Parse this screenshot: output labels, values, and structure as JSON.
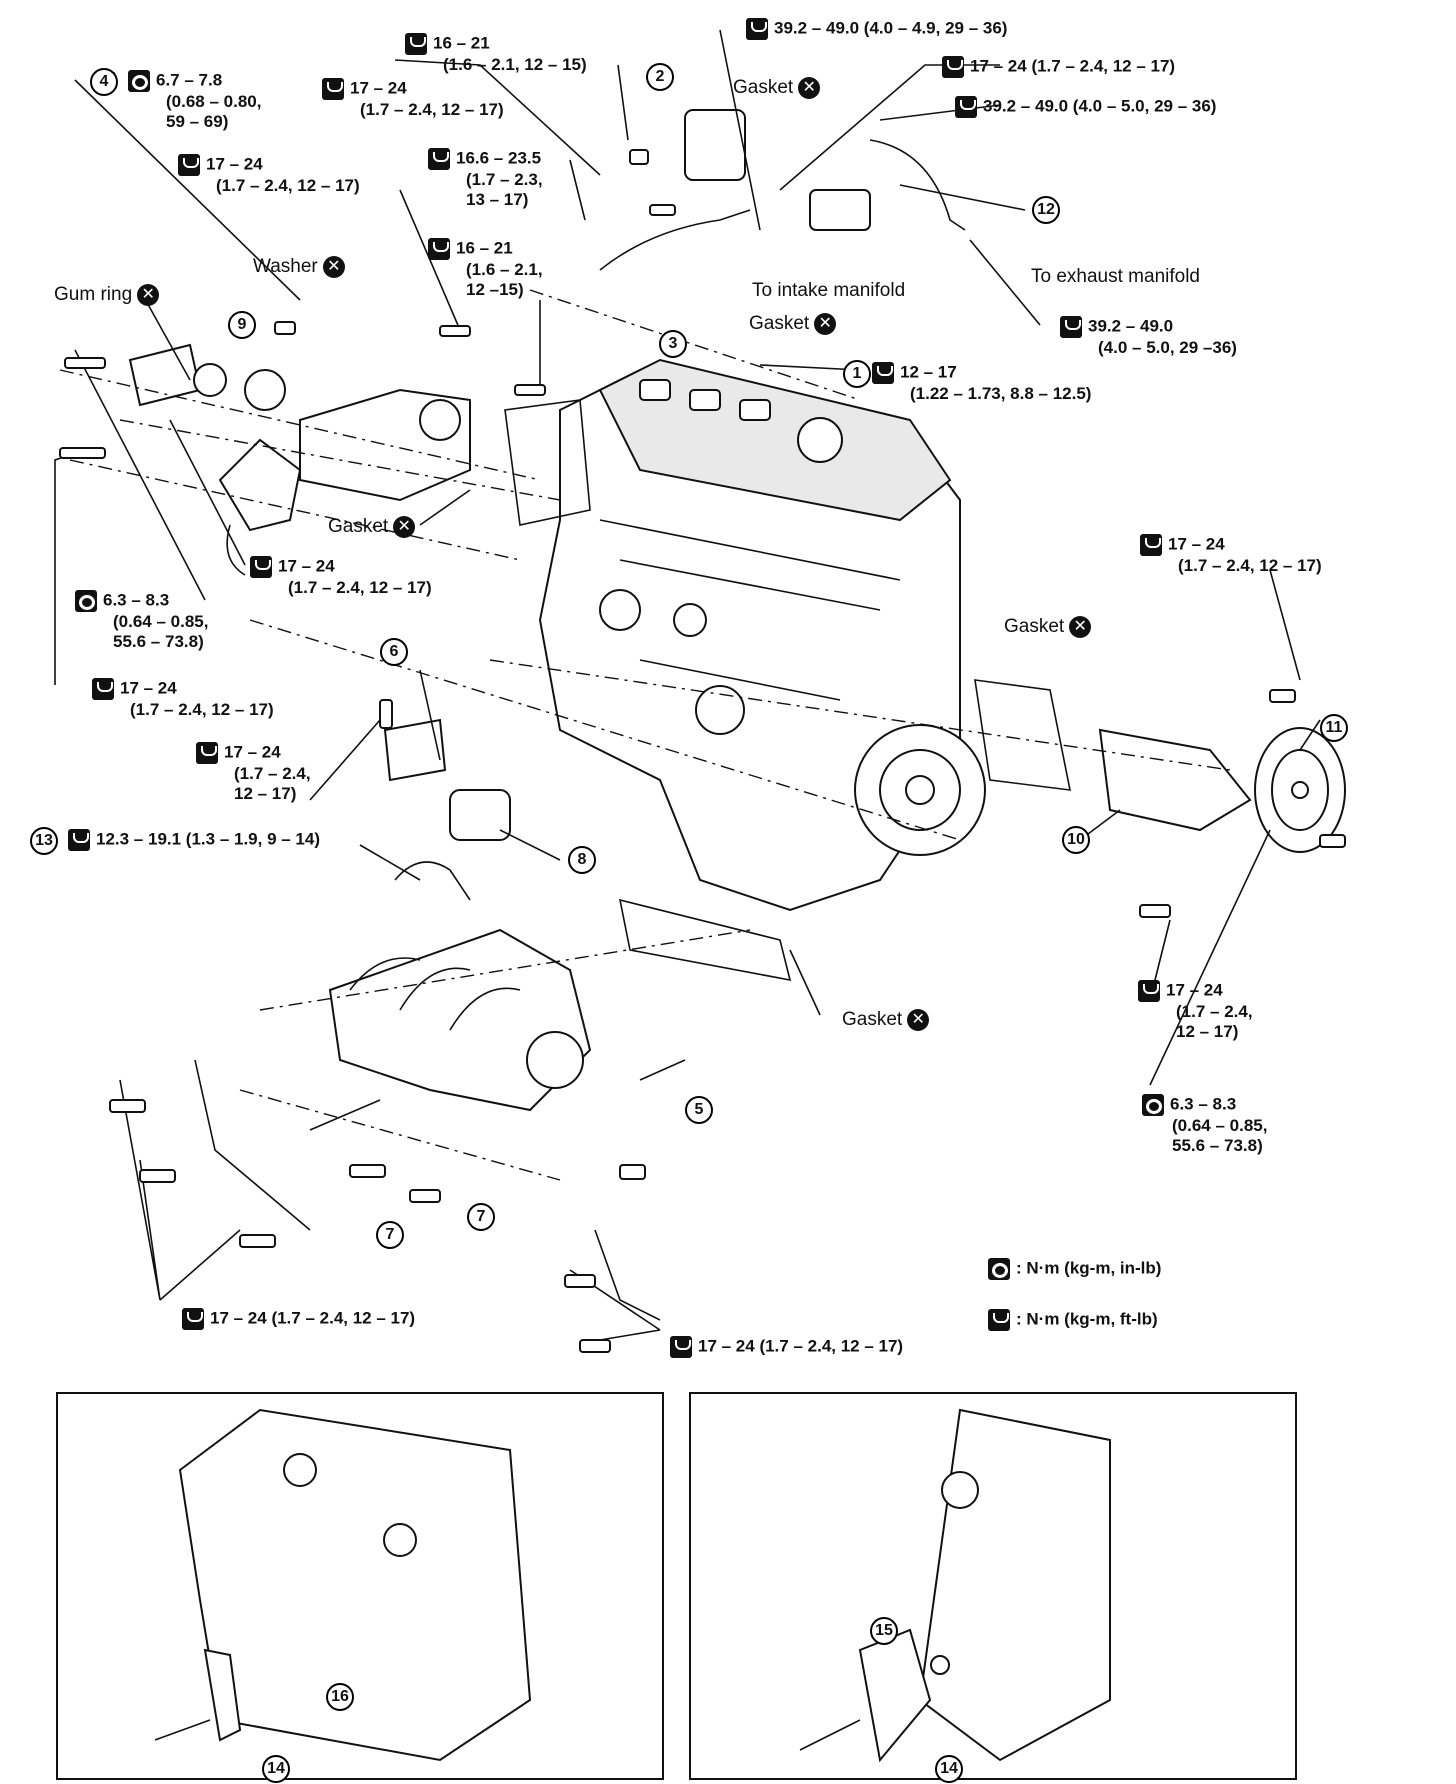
{
  "callouts": {
    "c1": {
      "n": "1",
      "line1": "12 – 17",
      "line2": "(1.22 – 1.73, 8.8 – 12.5)"
    },
    "c2": {
      "n": "2"
    },
    "c3": {
      "n": "3"
    },
    "c4": {
      "n": "4",
      "line1": "6.7 – 7.8",
      "line2": "(0.68 – 0.80,",
      "line3": "59 – 69)"
    },
    "c5": {
      "n": "5"
    },
    "c6": {
      "n": "6"
    },
    "c7a": {
      "n": "7"
    },
    "c7b": {
      "n": "7"
    },
    "c8": {
      "n": "8"
    },
    "c9": {
      "n": "9"
    },
    "c10": {
      "n": "10"
    },
    "c11": {
      "n": "11"
    },
    "c12": {
      "n": "12"
    },
    "c13": {
      "n": "13",
      "line1": "12.3 – 19.1 (1.3 – 1.9, 9 – 14)"
    },
    "c14a": {
      "n": "14"
    },
    "c14b": {
      "n": "14"
    },
    "c15": {
      "n": "15"
    },
    "c16": {
      "n": "16"
    }
  },
  "torques": {
    "t_top1": "39.2 – 49.0 (4.0 – 4.9, 29 – 36)",
    "t_top2": "17 – 24 (1.7 – 2.4, 12 – 17)",
    "t_top3": "39.2 – 49.0 (4.0 – 5.0, 29 – 36)",
    "t_1621a": {
      "l1": "16 – 21",
      "l2": "(1.6 – 2.1, 12 – 15)"
    },
    "t_1724a": {
      "l1": "17 – 24",
      "l2": "(1.7 – 2.4, 12 – 17)"
    },
    "t_1724b": {
      "l1": "17 – 24",
      "l2": "(1.7 – 2.4, 12 – 17)"
    },
    "t_166": {
      "l1": "16.6 – 23.5",
      "l2": "(1.7 – 2.3,",
      "l3": "13 – 17)"
    },
    "t_1621b": {
      "l1": "16 – 21",
      "l2": "(1.6 – 2.1,",
      "l3": "12 –15)"
    },
    "t_exh": {
      "l1": "39.2 – 49.0",
      "l2": "(4.0 – 5.0, 29 –36)"
    },
    "t_1724c": {
      "l1": "17 – 24",
      "l2": "(1.7 – 2.4, 12 – 17)"
    },
    "t_63a": {
      "l1": "6.3 – 8.3",
      "l2": "(0.64 – 0.85,",
      "l3": "55.6 – 73.8)"
    },
    "t_1724d": {
      "l1": "17 – 24",
      "l2": "(1.7 – 2.4, 12 – 17)"
    },
    "t_1724e": {
      "l1": "17 – 24",
      "l2": "(1.7 – 2.4,",
      "l3": "12 – 17)"
    },
    "t_1724right": {
      "l1": "17 – 24",
      "l2": "(1.7 – 2.4, 12 – 17)"
    },
    "t_1724f": {
      "l1": "17 – 24",
      "l2": "(1.7 – 2.4,",
      "l3": "12 – 17)"
    },
    "t_63b": {
      "l1": "6.3 – 8.3",
      "l2": "(0.64 – 0.85,",
      "l3": "55.6 – 73.8)"
    },
    "t_bl": "17 – 24 (1.7 – 2.4, 12 – 17)",
    "t_bm": "17 – 24 (1.7 – 2.4, 12 – 17)"
  },
  "notes": {
    "gasket": "Gasket",
    "washer": "Washer",
    "gum_ring": "Gum ring",
    "to_intake": "To intake manifold",
    "to_exhaust": "To exhaust manifold",
    "x_mark": "✕"
  },
  "legend": {
    "in_lb": ": N·m (kg-m, in-lb)",
    "ft_lb": ": N·m (kg-m, ft-lb)"
  }
}
